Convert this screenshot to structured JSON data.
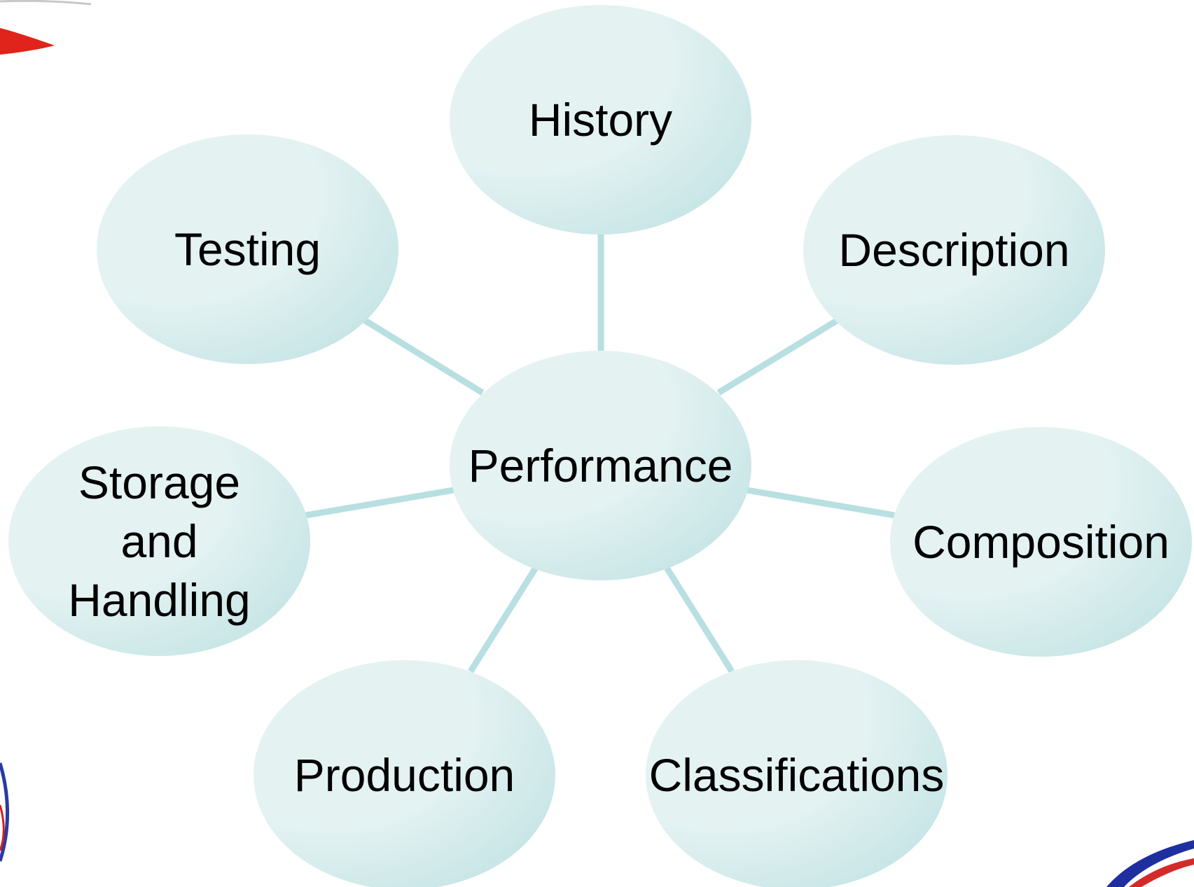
{
  "diagram": {
    "center": {
      "label": "Performance"
    },
    "nodes": [
      {
        "id": "history",
        "label": "History"
      },
      {
        "id": "description",
        "label": "Description"
      },
      {
        "id": "composition",
        "label": "Composition"
      },
      {
        "id": "classifications",
        "label": "Classifications"
      },
      {
        "id": "production",
        "label": "Production"
      },
      {
        "id": "storage",
        "label": "Storage and Handling"
      },
      {
        "id": "testing",
        "label": "Testing"
      }
    ]
  },
  "style": {
    "bubble_light": "#e4f2f2",
    "bubble_dark": "#b9dfe0",
    "connector": "#b8dfe1",
    "text": "#000000"
  }
}
